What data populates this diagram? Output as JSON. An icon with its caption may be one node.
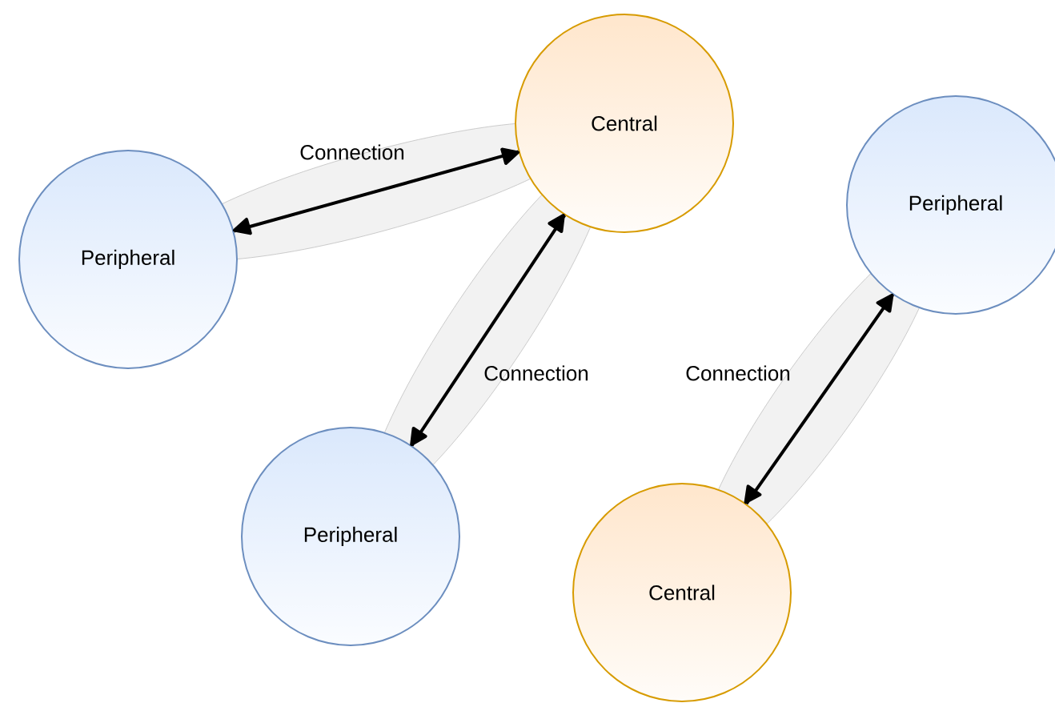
{
  "diagram": {
    "nodes": [
      {
        "text": [
          "Central"
        ]
      },
      {
        "text": [
          "Peripheral"
        ]
      },
      {
        "text": [
          "Peripheral"
        ]
      },
      {
        "text": [
          "Peripheral"
        ]
      },
      {
        "text": [
          "Central"
        ]
      }
    ],
    "edges": [
      {
        "from": 1,
        "to": 0,
        "arrow": "both",
        "label": "Connection"
      },
      {
        "from": 0,
        "to": 2,
        "arrow": "both",
        "label": "Connection"
      },
      {
        "from": 3,
        "to": 4,
        "arrow": "both",
        "label": "Connection"
      }
    ]
  }
}
